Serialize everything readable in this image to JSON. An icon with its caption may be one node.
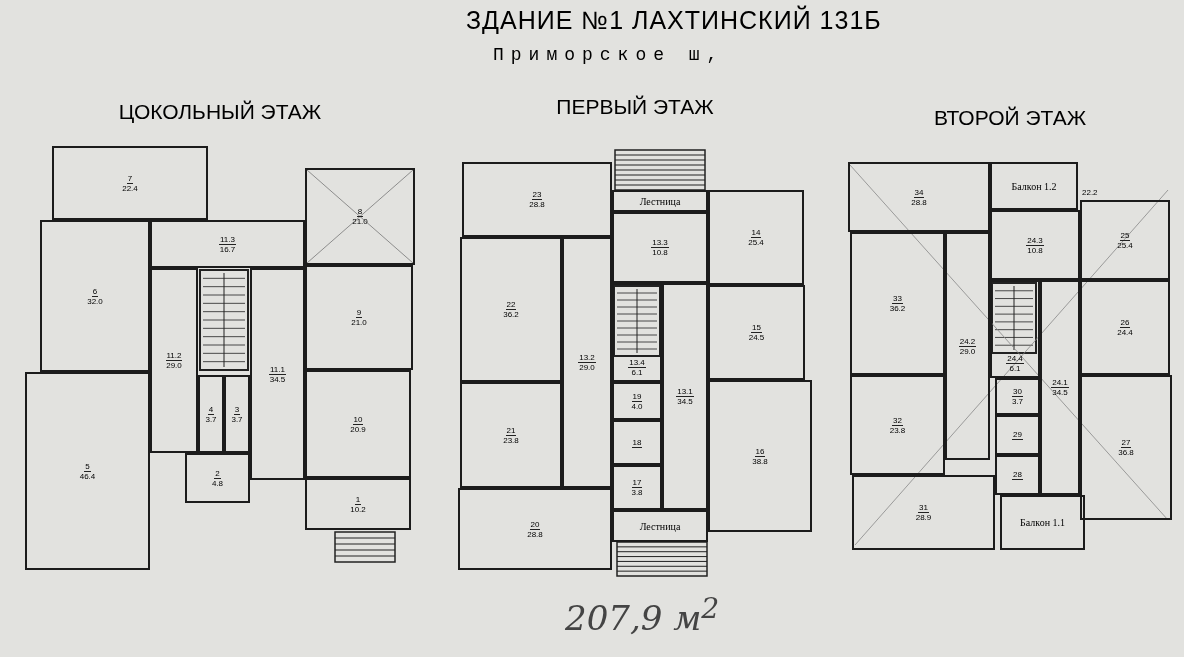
{
  "diagram": {
    "title": "ЗДАНИЕ №1 ЛАХТИНСКИЙ 131Б",
    "nodes": [
      {
        "text": [
          "ЦОКОЛЬНЫЙ ЭТАЖ"
        ]
      },
      {
        "text": [
          "7",
          "22.4"
        ],
        "in": 0
      },
      {
        "text": [
          "11.3",
          "16.7"
        ],
        "in": 0
      },
      {
        "text": [
          "8",
          "21.0"
        ],
        "in": 0
      },
      {
        "text": [
          "6",
          "32.0"
        ],
        "in": 0
      },
      {
        "text": [
          "11.2",
          "29.0"
        ],
        "in": 0
      },
      {
        "text": [
          "11.1",
          "34.5"
        ],
        "in": 0
      },
      {
        "text": [
          "9",
          "21.0"
        ],
        "in": 0
      },
      {
        "text": [
          "4",
          "3.7"
        ],
        "in": 0
      },
      {
        "text": [
          "3",
          "3.7"
        ],
        "in": 0
      },
      {
        "text": [
          "10",
          "20.9"
        ],
        "in": 0
      },
      {
        "text": [
          "5",
          "46.4"
        ],
        "in": 0
      },
      {
        "text": [
          "2",
          "4.8"
        ],
        "in": 0
      },
      {
        "text": [
          "1",
          "10.2"
        ],
        "in": 0
      },
      {
        "text": [
          "ПЕРВЫЙ ЭТАЖ"
        ]
      },
      {
        "text": [
          "23",
          "28.8"
        ],
        "in": 14
      },
      {
        "text": [
          "Лестница"
        ],
        "in": 14
      },
      {
        "text": [
          "14",
          "25.4"
        ],
        "in": 14
      },
      {
        "text": [
          "22",
          "36.2"
        ],
        "in": 14
      },
      {
        "text": [
          "13.3",
          "10.8"
        ],
        "in": 14
      },
      {
        "text": [
          "13.2",
          "29.0"
        ],
        "in": 14
      },
      {
        "text": [
          "13.4",
          "6.1"
        ],
        "in": 14
      },
      {
        "text": [
          "13.1",
          "34.5"
        ],
        "in": 14
      },
      {
        "text": [
          "15",
          "24.5"
        ],
        "in": 14
      },
      {
        "text": [
          "21",
          "23.8"
        ],
        "in": 14
      },
      {
        "text": [
          "19",
          "4.0"
        ],
        "in": 14
      },
      {
        "text": [
          "18"
        ],
        "in": 14
      },
      {
        "text": [
          "16",
          "38.8"
        ],
        "in": 14
      },
      {
        "text": [
          "17",
          "3.8"
        ],
        "in": 14
      },
      {
        "text": [
          "20",
          "28.8"
        ],
        "in": 14
      },
      {
        "text": [
          "Лестница"
        ],
        "in": 14
      },
      {
        "text": [
          "ВТОРОЙ ЭТАЖ"
        ]
      },
      {
        "text": [
          "34",
          "28.8"
        ],
        "in": 31
      },
      {
        "text": [
          "Балкон 1.2"
        ],
        "in": 31
      },
      {
        "text": [
          "25",
          "25.4"
        ],
        "in": 31
      },
      {
        "text": [
          "24.3",
          "10.8"
        ],
        "in": 31
      },
      {
        "text": [
          "33",
          "36.2"
        ],
        "in": 31
      },
      {
        "text": [
          "24.2",
          "29.0"
        ],
        "in": 31
      },
      {
        "text": [
          "24.4",
          "6.1"
        ],
        "in": 31
      },
      {
        "text": [
          "24.1",
          "34.5"
        ],
        "in": 31
      },
      {
        "text": [
          "26",
          "24.4"
        ],
        "in": 31
      },
      {
        "text": [
          "32",
          "23.8"
        ],
        "in": 31
      },
      {
        "text": [
          "30",
          "3.7"
        ],
        "in": 31
      },
      {
        "text": [
          "29"
        ],
        "in": 31
      },
      {
        "text": [
          "27",
          "36.8"
        ],
        "in": 31
      },
      {
        "text": [
          "28"
        ],
        "in": 31
      },
      {
        "text": [
          "31",
          "28.9"
        ],
        "in": 31
      },
      {
        "text": [
          "Балкон 1.1"
        ],
        "in": 31
      }
    ],
    "labels": [
      "Приморское ш,",
      "22.2",
      "207,9 м$^{2}$"
    ]
  }
}
